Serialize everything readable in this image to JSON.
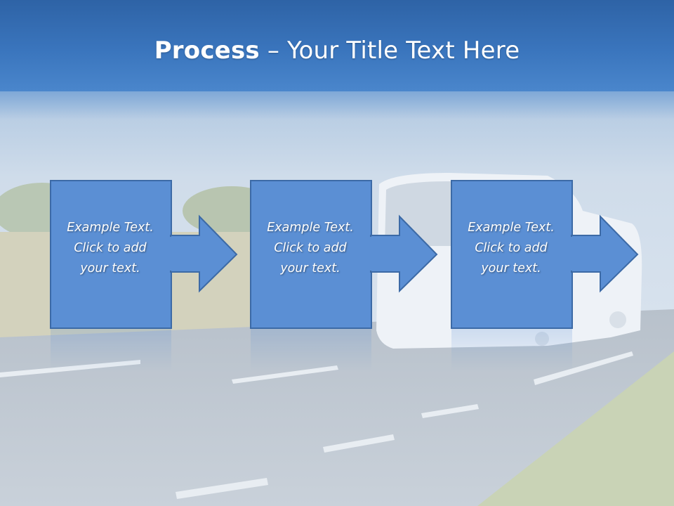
{
  "slide": {
    "title_bold": "Process",
    "title_rest": " – Your Title Text Here",
    "steps": [
      {
        "line1": "Example Text.",
        "line2": "Click  to add",
        "line3": "your text."
      },
      {
        "line1": "Example Text.",
        "line2": "Click  to add",
        "line3": "your text."
      },
      {
        "line1": "Example Text.",
        "line2": "Click  to add",
        "line3": "your text."
      }
    ]
  },
  "colors": {
    "header": "#3a75bd",
    "box_fill": "#5b8fd4",
    "box_border": "#3c6aa6",
    "text": "#ffffff"
  },
  "background": {
    "description_icon": "bus-road-photo"
  }
}
